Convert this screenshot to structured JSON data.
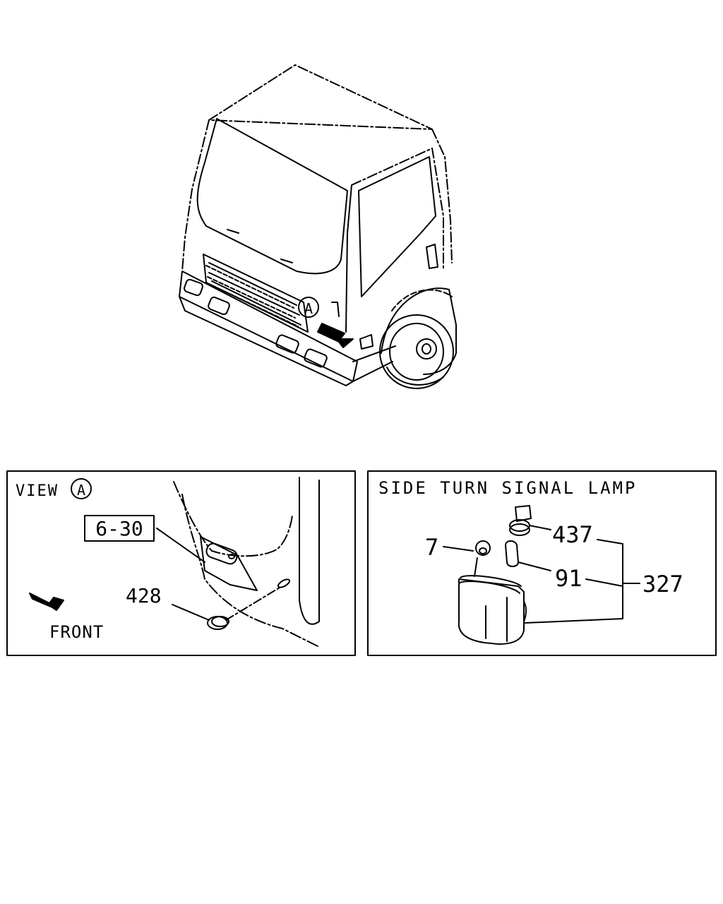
{
  "truck_view": {
    "view_marker": "A"
  },
  "view_panel": {
    "title": "VIEW",
    "marker": "A",
    "ref_box": "6-30",
    "part_grommet": "428",
    "direction_label": "FRONT"
  },
  "lamp_panel": {
    "title": "SIDE TURN SIGNAL LAMP",
    "part_socket": "437",
    "part_seal": "7",
    "part_bulb": "91",
    "part_assembly": "327"
  }
}
